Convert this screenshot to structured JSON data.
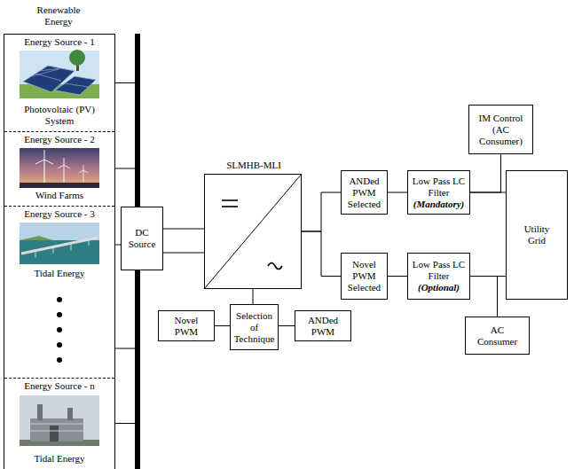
{
  "diagram": {
    "nodes": [
      {
        "text": [
          "Renewable Energy"
        ]
      },
      {
        "text": [
          "Energy Source - 1",
          "Photovoltaic (PV) System"
        ],
        "in": 0
      },
      {
        "text": [
          "Energy Source - 2",
          "Wind Farms"
        ],
        "in": 0
      },
      {
        "text": [
          "Energy Source - 3",
          "Tidal Energy"
        ],
        "in": 0
      },
      {
        "text": [
          "Energy Source - n",
          "Tidal Energy"
        ],
        "in": 0
      },
      {
        "text": [
          "DC Source"
        ]
      },
      {
        "text": [
          "SLMHB-MLI"
        ]
      },
      {
        "text": [
          "IM Control (AC Consumer)"
        ]
      },
      {
        "text": [
          "ANDed PWM Selected"
        ]
      },
      {
        "text": [
          "Low Pass LC Filter",
          "(Mandatory)"
        ]
      },
      {
        "text": [
          "Utility Grid"
        ]
      },
      {
        "text": [
          "Novel PWM Selected"
        ]
      },
      {
        "text": [
          "Low Pass LC Filter",
          "(Optional)"
        ]
      },
      {
        "text": [
          "Novel PWM"
        ]
      },
      {
        "text": [
          "Selection of Technique"
        ]
      },
      {
        "text": [
          "ANDed PWM"
        ]
      },
      {
        "text": [
          "AC Consumer"
        ]
      }
    ],
    "edges": [
      {
        "from": 1,
        "to": 5,
        "arrow": "none"
      },
      {
        "from": 2,
        "to": 5,
        "arrow": "none"
      },
      {
        "from": 3,
        "to": 5,
        "arrow": "none"
      },
      {
        "from": 4,
        "to": 5,
        "arrow": "none"
      },
      {
        "from": 5,
        "to": 6,
        "arrow": "none"
      },
      {
        "from": 5,
        "to": 6,
        "arrow": "none"
      },
      {
        "from": 6,
        "to": 14,
        "arrow": "none"
      },
      {
        "from": 13,
        "to": 14,
        "arrow": "none"
      },
      {
        "from": 14,
        "to": 15,
        "arrow": "none"
      },
      {
        "from": 6,
        "to": 8,
        "arrow": "none"
      },
      {
        "from": 6,
        "to": 11,
        "arrow": "none"
      },
      {
        "from": 8,
        "to": 9,
        "arrow": "none"
      },
      {
        "from": 11,
        "to": 12,
        "arrow": "none"
      },
      {
        "from": 9,
        "to": 10,
        "arrow": "none"
      },
      {
        "from": 12,
        "to": 10,
        "arrow": "none"
      },
      {
        "from": 9,
        "to": 7,
        "arrow": "none"
      },
      {
        "from": 12,
        "to": 16,
        "arrow": "none"
      }
    ]
  }
}
